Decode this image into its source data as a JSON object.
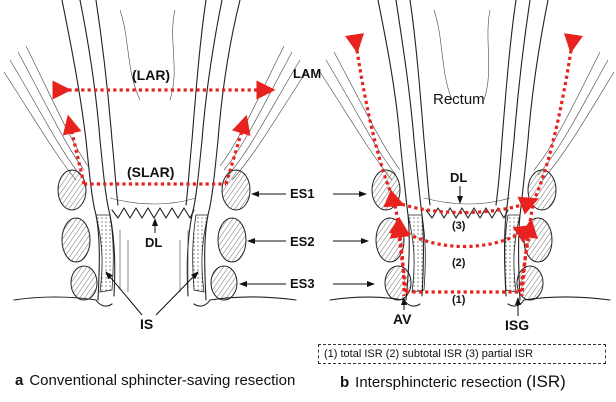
{
  "panel_a": {
    "labels": {
      "lar": "(LAR)",
      "slar": "(SLAR)",
      "dl": "DL",
      "is": "IS"
    },
    "caption_letter": "a",
    "caption_text": "Conventional sphincter-saving resection"
  },
  "panel_b": {
    "labels": {
      "rectum": "Rectum",
      "dl": "DL",
      "line3": "(3)",
      "line2": "(2)",
      "line1": "(1)",
      "av": "AV",
      "isg": "ISG"
    },
    "caption_letter": "b",
    "caption_text": "Intersphincteric resection",
    "caption_abbr": "(ISR)"
  },
  "middle_labels": {
    "lam": "LAM",
    "es1": "ES1",
    "es2": "ES2",
    "es3": "ES3"
  },
  "legend": "(1) total ISR  (2) subtotal ISR  (3) partial ISR",
  "colors": {
    "resection_line": "#e8231f",
    "ink": "#222222"
  }
}
